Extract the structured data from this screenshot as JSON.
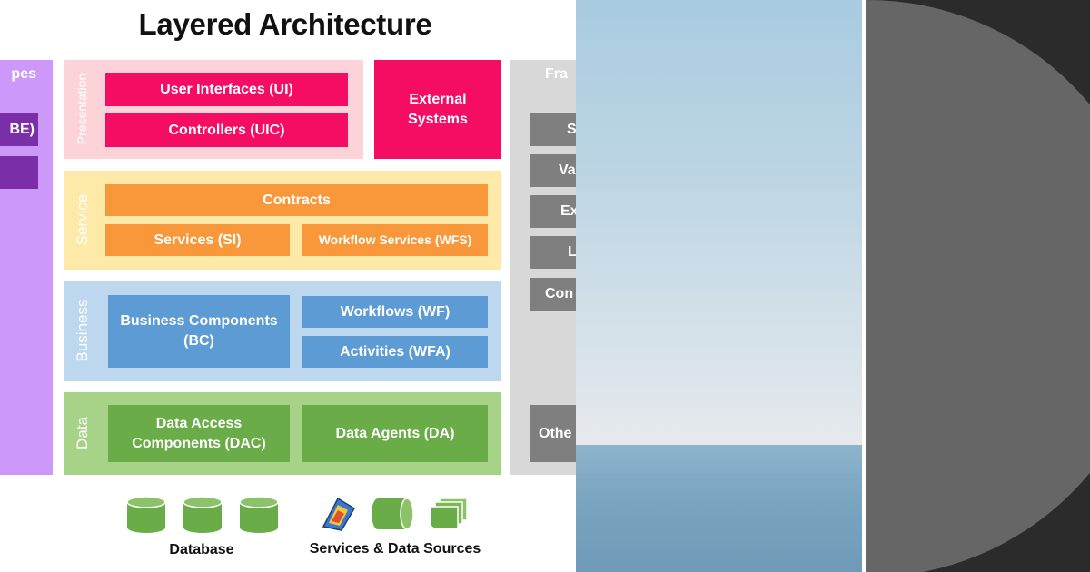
{
  "title": "Layered Architecture",
  "colors": {
    "presentation_bg": "#fcd3d8",
    "presentation_box": "#f50c63",
    "service_bg": "#fde9a8",
    "service_box": "#f8983a",
    "business_bg": "#bcd7ee",
    "business_box": "#5d9bd5",
    "data_bg": "#a6d387",
    "data_box": "#6aac47",
    "left_panel": "#cc99fa",
    "left_box": "#7a2fa8",
    "right_panel": "#d8d8d8",
    "right_box": "#7f7f7f",
    "dark_bg": "#2b2b2b",
    "dark_circle": "#666666"
  },
  "left_panel": {
    "title": "pes",
    "items": [
      "BE)",
      ""
    ]
  },
  "presentation": {
    "label": "Presentation",
    "items": [
      "User Interfaces (UI)",
      "Controllers (UIC)"
    ],
    "external": "External Systems"
  },
  "service": {
    "label": "Service",
    "contracts": "Contracts",
    "services": "Services (SI)",
    "workflow_services": "Workflow Services (WFS)"
  },
  "business": {
    "label": "Business",
    "components": "Business Components (BC)",
    "workflows": "Workflows (WF)",
    "activities": "Activities (WFA)"
  },
  "data": {
    "label": "Data",
    "dac": "Data Access Components (DAC)",
    "agents": "Data Agents (DA)"
  },
  "right_panel": {
    "title": "Fra",
    "items": [
      "S",
      "Va",
      "Ex",
      "L",
      "Con"
    ],
    "other": "Othe"
  },
  "footer": {
    "database": "Database",
    "services": "Services & Data Sources"
  }
}
